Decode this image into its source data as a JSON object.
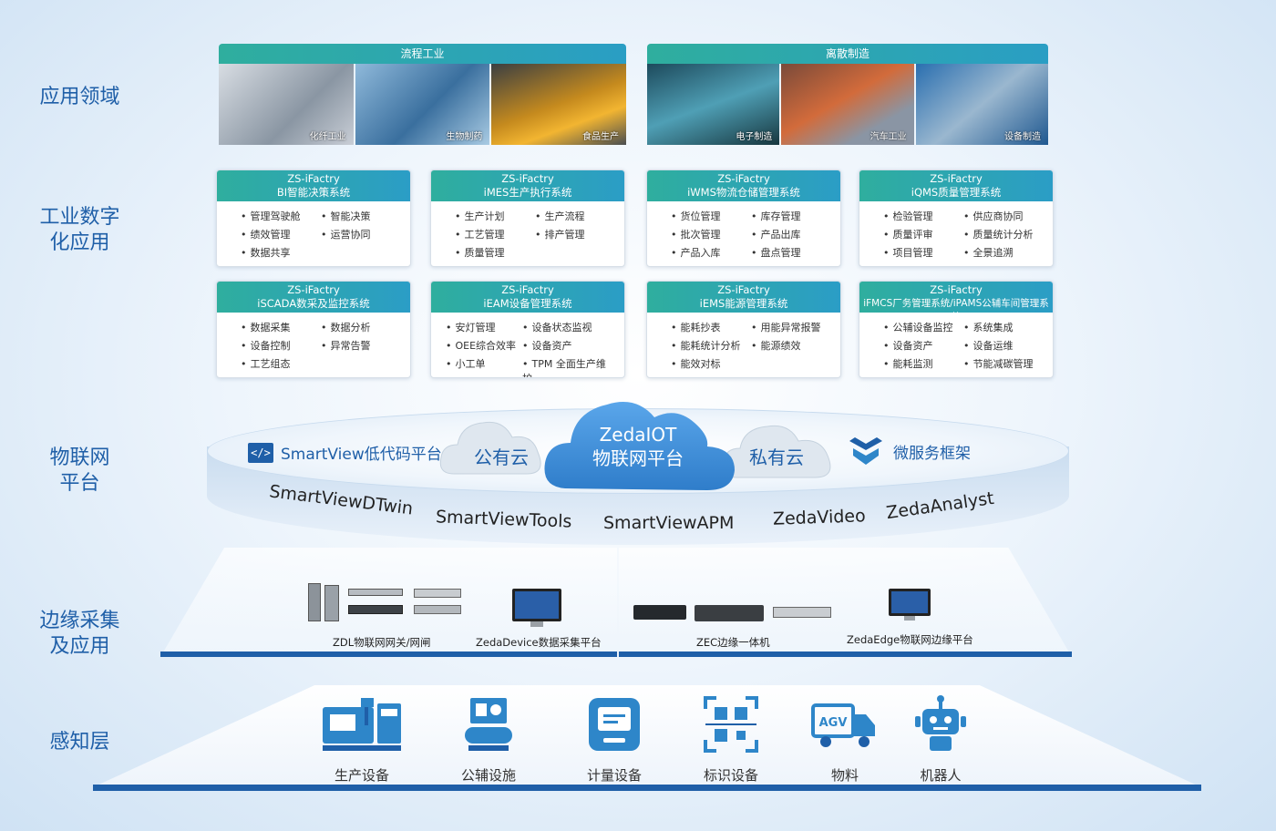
{
  "layers": {
    "app_domain": "应用领域",
    "digital_apps": "工业数字\n化应用",
    "iot_platform": "物联网\n平台",
    "edge": "边缘采集\n及应用",
    "perception": "感知层"
  },
  "domains": [
    {
      "title": "流程工业",
      "images": [
        "化纤工业",
        "生物制药",
        "食品生产"
      ]
    },
    {
      "title": "离散制造",
      "images": [
        "电子制造",
        "汽车工业",
        "设备制造"
      ]
    }
  ],
  "cards": [
    {
      "brand": "ZS-iFactry",
      "name": "BI智能决策系统",
      "items": [
        "管理驾驶舱",
        "智能决策",
        "绩效管理",
        "运营协同",
        "数据共享"
      ]
    },
    {
      "brand": "ZS-iFactry",
      "name": "iMES生产执行系统",
      "items": [
        "生产计划",
        "生产流程",
        "工艺管理",
        "排产管理",
        "质量管理"
      ]
    },
    {
      "brand": "ZS-iFactry",
      "name": "iWMS物流仓储管理系统",
      "items": [
        "货位管理",
        "库存管理",
        "批次管理",
        "产品出库",
        "产品入库",
        "盘点管理"
      ]
    },
    {
      "brand": "ZS-iFactry",
      "name": "iQMS质量管理系统",
      "items": [
        "检验管理",
        "供应商协同",
        "质量评审",
        "质量统计分析",
        "项目管理",
        "全景追溯"
      ]
    },
    {
      "brand": "ZS-iFactry",
      "name": "iSCADA数采及监控系统",
      "items": [
        "数据采集",
        "数据分析",
        "设备控制",
        "异常告警",
        "工艺组态"
      ]
    },
    {
      "brand": "ZS-iFactry",
      "name": "iEAM设备管理系统",
      "items": [
        "安灯管理",
        "设备状态监视",
        "OEE综合效率",
        "设备资产",
        "小工单",
        "TPM 全面生产维护"
      ]
    },
    {
      "brand": "ZS-iFactry",
      "name": "iEMS能源管理系统",
      "items": [
        "能耗抄表",
        "用能异常报警",
        "能耗统计分析",
        "能源绩效",
        "能效对标"
      ]
    },
    {
      "brand": "ZS-iFactry",
      "name": "iFMCS厂务管理系统/iPAMS公辅车间管理系统",
      "items": [
        "公辅设备监控",
        "系统集成",
        "设备资产",
        "设备运维",
        "能耗监测",
        "节能减碳管理"
      ]
    }
  ],
  "platform": {
    "lowcode": "SmartView低代码平台",
    "public_cloud": "公有云",
    "core_line1": "ZedaIOT",
    "core_line2": "物联网平台",
    "private_cloud": "私有云",
    "microservice": "微服务框架",
    "products": [
      "SmartViewDTwin",
      "SmartViewTools",
      "SmartViewAPM",
      "ZedaVideo",
      "ZedaAnalyst"
    ]
  },
  "edge": {
    "gateway": "ZDL物联网网关/网闸",
    "device_platform": "ZedaDevice数据采集平台",
    "zec": "ZEC边缘一体机",
    "edge_platform": "ZedaEdge物联网边缘平台"
  },
  "perception": [
    {
      "label": "生产设备",
      "icon": "cnc-machine-icon"
    },
    {
      "label": "公辅设施",
      "icon": "compressor-icon"
    },
    {
      "label": "计量设备",
      "icon": "meter-icon"
    },
    {
      "label": "标识设备",
      "icon": "qr-scanner-icon"
    },
    {
      "label": "物料",
      "icon": "agv-truck-icon"
    },
    {
      "label": "机器人",
      "icon": "robot-icon"
    }
  ],
  "colors": {
    "primary": "#1f5fa8",
    "teal": "#2fae9e",
    "cloud": "#3f8fd8"
  }
}
